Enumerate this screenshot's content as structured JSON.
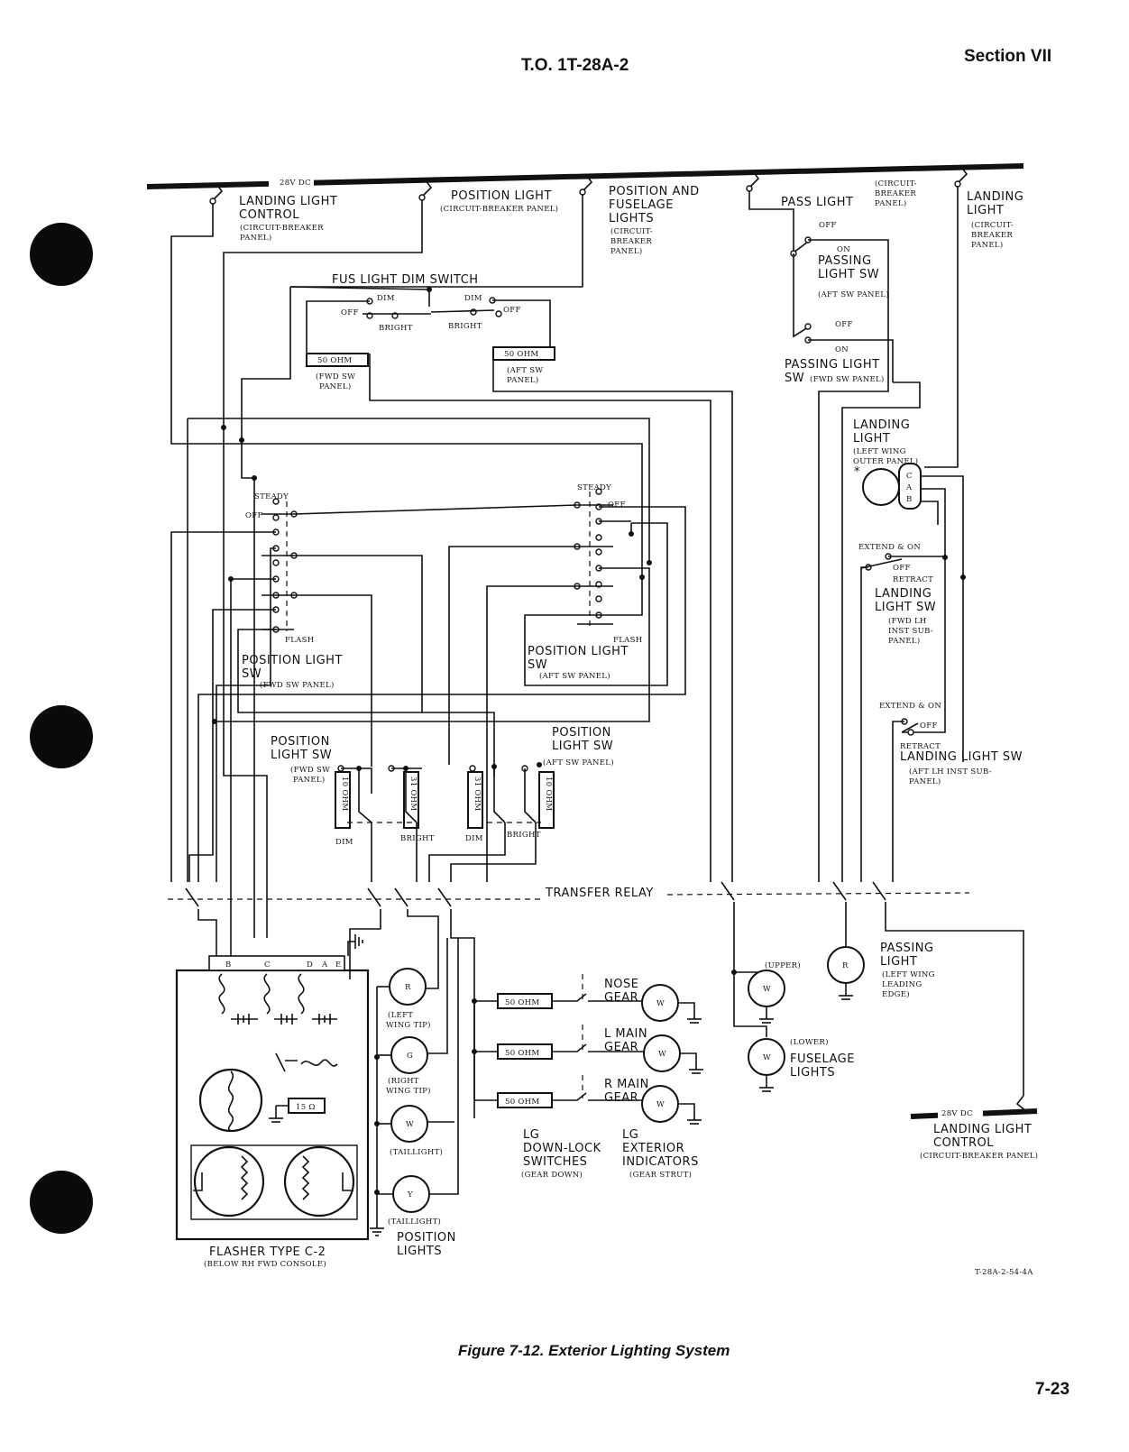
{
  "header": {
    "doc": "T.O. 1T-28A-2",
    "section": "Section VII"
  },
  "bus": {
    "label": "28V DC"
  },
  "breakers": {
    "landing_control": [
      "LANDING LIGHT",
      "CONTROL"
    ],
    "landing_control_sub": [
      "(CIRCUIT-BREAKER",
      "PANEL)"
    ],
    "position": "POSITION LIGHT",
    "position_sub": "(CIRCUIT-BREAKER PANEL)",
    "pos_fus": [
      "POSITION AND",
      "FUSELAGE",
      "LIGHTS"
    ],
    "pos_fus_sub": [
      "(CIRCUIT-",
      "BREAKER",
      "PANEL)"
    ],
    "pass": "PASS LIGHT",
    "pass_sub": [
      "(CIRCUIT-",
      "BREAKER",
      "PANEL)"
    ],
    "landing": [
      "LANDING",
      "LIGHT"
    ],
    "landing_sub": [
      "(CIRCUIT-",
      "BREAKER",
      "PANEL)"
    ]
  },
  "dim_switch": {
    "title": "FUS LIGHT DIM SWITCH",
    "dim": "DIM",
    "off": "OFF",
    "bright": "BRIGHT",
    "res": "50 OHM",
    "fwd": [
      "(FWD SW",
      "PANEL)"
    ],
    "aft": [
      "(AFT SW",
      "PANEL)"
    ]
  },
  "passing_sw": {
    "off": "OFF",
    "on": "ON",
    "aft": [
      "PASSING",
      "LIGHT SW"
    ],
    "aft_sub": "(AFT SW PANEL)",
    "fwd": [
      "PASSING LIGHT",
      "SW"
    ],
    "fwd_sub": "(FWD SW PANEL)"
  },
  "landing_light": {
    "title": [
      "LANDING",
      "LIGHT"
    ],
    "sub": [
      "(LEFT WING",
      "OUTER PANEL)"
    ],
    "star": "*",
    "pins": [
      "C",
      "A",
      "B"
    ]
  },
  "landing_sw_fwd": {
    "extend": "EXTEND & ON",
    "off": "OFF",
    "retract": "RETRACT",
    "title": [
      "LANDING",
      "LIGHT SW"
    ],
    "sub": [
      "(FWD LH",
      "INST SUB-",
      "PANEL)"
    ]
  },
  "landing_sw_aft": {
    "extend": "EXTEND & ON",
    "off": "OFF",
    "retract": "RETRACT",
    "title": "LANDING LIGHT SW",
    "sub": [
      "(AFT LH INST SUB-",
      "PANEL)"
    ]
  },
  "pos_sw_fwd": {
    "steady": "STEADY",
    "off": "OFF",
    "flash": "FLASH",
    "title": [
      "POSITION LIGHT",
      "SW"
    ],
    "sub": "(FWD SW PANEL)"
  },
  "pos_sw_aft": {
    "steady": "STEADY",
    "off": "OFF",
    "flash": "FLASH",
    "title": [
      "POSITION LIGHT",
      "SW"
    ],
    "sub": "(AFT SW PANEL)"
  },
  "dim_left": {
    "title": [
      "POSITION",
      "LIGHT SW"
    ],
    "sub": [
      "(FWD SW",
      "PANEL)"
    ],
    "res1": "10 OHM",
    "res2": "31 OHM",
    "dim": "DIM",
    "bright": "BRIGHT"
  },
  "dim_right": {
    "title": [
      "POSITION",
      "LIGHT SW"
    ],
    "sub": "(AFT SW PANEL)",
    "res1": "31 OHM",
    "res2": "10 OHM",
    "dim": "DIM",
    "bright": "BRIGHT"
  },
  "relay": {
    "label": "TRANSFER RELAY"
  },
  "flasher": {
    "pins": [
      "B",
      "C",
      "D",
      "A",
      "E"
    ],
    "res": "15 Ω",
    "title": "FLASHER TYPE C-2",
    "sub": "(BELOW RH FWD CONSOLE)"
  },
  "pos_lights": {
    "lamps": [
      {
        "letter": "R",
        "label": [
          "(LEFT",
          "WING TIP)"
        ]
      },
      {
        "letter": "G",
        "label": [
          "(RIGHT",
          "WING TIP)"
        ]
      },
      {
        "letter": "W",
        "label": [
          "(TAILLIGHT)"
        ]
      },
      {
        "letter": "Y",
        "label": [
          "(TAILLIGHT)"
        ]
      }
    ],
    "title": [
      "POSITION",
      "LIGHTS"
    ]
  },
  "gear": {
    "res": "50 OHM",
    "items": [
      [
        "NOSE",
        "GEAR"
      ],
      [
        "L MAIN",
        "GEAR"
      ],
      [
        "R MAIN",
        "GEAR"
      ]
    ],
    "lamp": "W",
    "sw_title": [
      "LG",
      "DOWN-LOCK",
      "SWITCHES"
    ],
    "sw_sub": "(GEAR DOWN)",
    "ind_title": [
      "LG",
      "EXTERIOR",
      "INDICATORS"
    ],
    "ind_sub": "(GEAR STRUT)"
  },
  "fuselage": {
    "upper": "(UPPER)",
    "lower": "(LOWER)",
    "lamp": "W",
    "title": [
      "FUSELAGE",
      "LIGHTS"
    ]
  },
  "passing_light": {
    "lamp": "R",
    "title": [
      "PASSING",
      "LIGHT"
    ],
    "sub": [
      "(LEFT WING",
      "LEADING",
      "EDGE)"
    ]
  },
  "bottom_breaker": {
    "bus": "28V DC",
    "title": [
      "LANDING LIGHT",
      "CONTROL"
    ],
    "sub": "(CIRCUIT-BREAKER PANEL)"
  },
  "figure_id": "T-28A-2-54-4A",
  "caption": "Figure 7-12. Exterior Lighting System",
  "page_number": "7-23"
}
